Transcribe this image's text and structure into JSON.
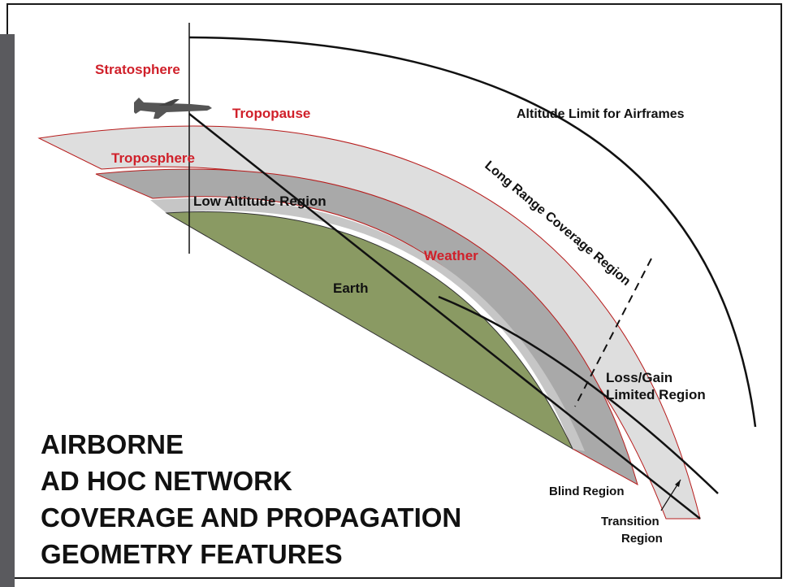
{
  "colors": {
    "atmosphere_gray": "#dedede",
    "mid_gray": "#a9a9a9",
    "low_gray": "#c6c6c6",
    "earth_green": "#8a9a63",
    "red_text": "#d0202a",
    "side_bar": "#5a5a5e"
  },
  "labels": {
    "stratosphere": "Stratosphere",
    "tropopause": "Tropopause",
    "troposphere": "Troposphere",
    "low_altitude": "Low Altitude Region",
    "weather": "Weather",
    "earth": "Earth",
    "altitude_limit": "Altitude Limit for Airframes",
    "long_range": "Long Range Coverage Region",
    "loss_gain_1": "Loss/Gain",
    "loss_gain_2": "Limited Region",
    "blind": "Blind Region",
    "transition_1": "Transition",
    "transition_2": "Region"
  },
  "title_lines": [
    "AIRBORNE",
    "AD HOC NETWORK",
    "COVERAGE AND PROPAGATION",
    "GEOMETRY FEATURES"
  ],
  "icons": {
    "aircraft": "airplane-icon"
  }
}
